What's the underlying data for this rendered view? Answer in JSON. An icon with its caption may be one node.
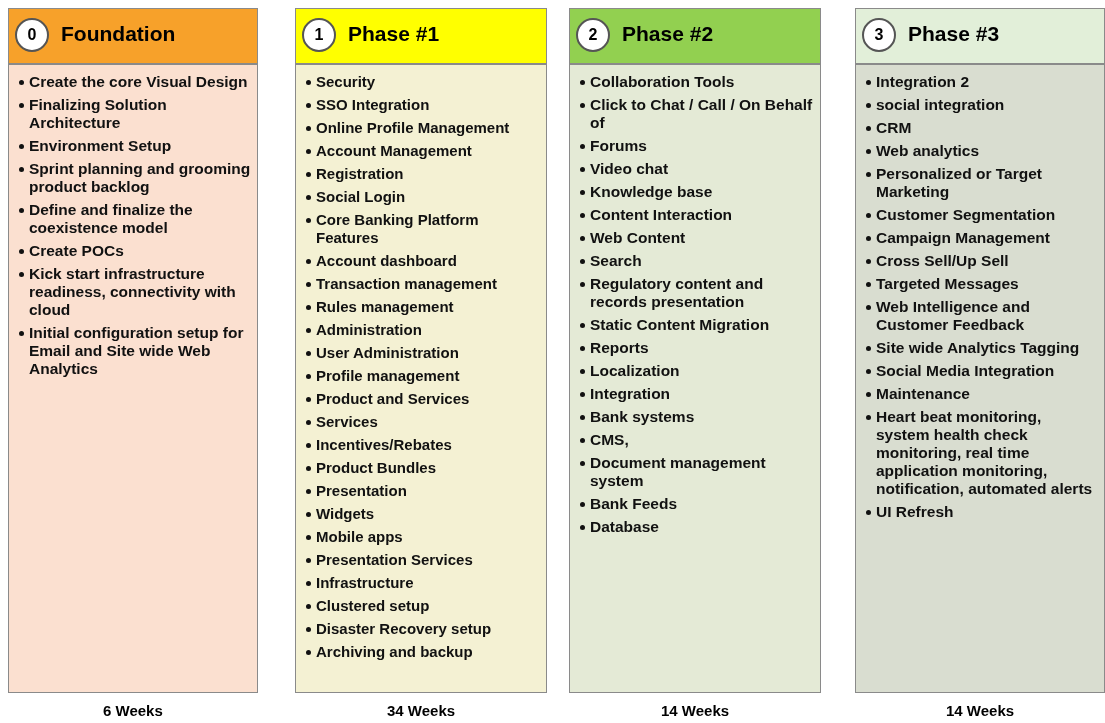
{
  "diagram": {
    "nodes": [
      {
        "text": [
          "Foundation"
        ]
      },
      {
        "text": [
          "0"
        ],
        "in": 0
      },
      {
        "text": [
          "Create the core Visual Design",
          "Finalizing Solution Architecture",
          "Environment Setup",
          "Sprint planning and grooming product backlog",
          "Define and finalize the coexistence model",
          "Create POCs",
          "Kick start infrastructure readiness, connectivity with cloud",
          "Initial configuration setup for Email and Site wide Web Analytics"
        ],
        "beside": [
          "6 Weeks"
        ]
      },
      {
        "text": [
          "Phase #1"
        ]
      },
      {
        "text": [
          "1"
        ],
        "in": 3
      },
      {
        "text": [
          "Security",
          "SSO Integration",
          "Online Profile Management",
          "Account Management",
          "Registration",
          "Social Login",
          "Core Banking Platform Features",
          "Account dashboard",
          "Transaction management",
          "Rules management",
          "Administration",
          "User Administration",
          "Profile management",
          "Product and Services",
          "Services",
          "Incentives/Rebates",
          "Product Bundles",
          "Presentation",
          "Widgets",
          "Mobile apps",
          "Presentation Services",
          "Infrastructure",
          "Clustered setup",
          "Disaster Recovery setup",
          "Archiving and backup"
        ],
        "beside": [
          "34 Weeks"
        ]
      },
      {
        "text": [
          "Phase #2"
        ]
      },
      {
        "text": [
          "2"
        ],
        "in": 6
      },
      {
        "text": [
          "Collaboration Tools",
          "Click to Chat / Call / On Behalf of",
          "Forums",
          "Video chat",
          "Knowledge base",
          "Content Interaction",
          "Web Content",
          "Search",
          "Regulatory content and records presentation",
          "Static Content Migration",
          "Reports",
          "Localization",
          "Integration",
          "Bank systems",
          "CMS,",
          "Document management system",
          "Bank Feeds",
          "Database"
        ],
        "beside": [
          "14 Weeks"
        ]
      },
      {
        "text": [
          "Phase #3"
        ]
      },
      {
        "text": [
          "3"
        ],
        "in": 9
      },
      {
        "text": [
          "Integration 2",
          "social integration",
          "CRM",
          "Web analytics",
          "Personalized or Target Marketing",
          "Customer Segmentation",
          "Campaign Management",
          "Cross Sell/Up Sell",
          "Targeted Messages",
          "Web Intelligence and Customer Feedback",
          "Site wide Analytics Tagging",
          "Social Media Integration",
          "Maintenance",
          "Heart beat monitoring, system health check monitoring, real time application monitoring, notification, automated alerts",
          "UI Refresh"
        ],
        "beside": [
          "14 Weeks"
        ]
      }
    ],
    "edges": []
  }
}
